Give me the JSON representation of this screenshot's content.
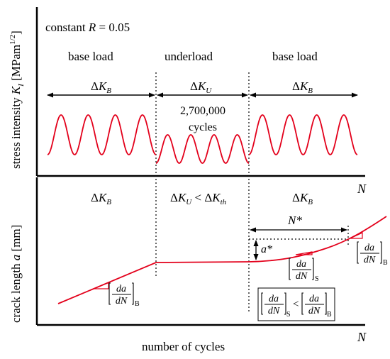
{
  "colors": {
    "signal": "#e3001b",
    "axis": "#000000",
    "guide": "#000000"
  },
  "top_panel": {
    "condition": {
      "prefix": "constant ",
      "var": "R",
      "suffix": " = 0.05"
    },
    "y_axis_label": {
      "prefix": "stress intensity ",
      "var": "K",
      "sub": "I",
      "unit_open": " [MPam",
      "unit_sup": "1/2",
      "unit_close": "]"
    },
    "x_axis_symbol": "N",
    "phases": [
      {
        "label": "base load",
        "delta": "Δ",
        "var": "K",
        "sub": "B"
      },
      {
        "label": "underload",
        "delta": "Δ",
        "var": "K",
        "sub": "U"
      },
      {
        "label": "base load",
        "delta": "Δ",
        "var": "K",
        "sub": "B"
      }
    ],
    "underload_cycles_count": "2,700,000",
    "underload_cycles_word": "cycles"
  },
  "bottom_panel": {
    "y_axis_label": {
      "prefix": "crack length ",
      "var": "a",
      "unit": " [mm]"
    },
    "x_axis_label": "number of cycles",
    "x_axis_symbol": "N",
    "phase_labels": [
      {
        "delta": "Δ",
        "var": "K",
        "sub": "B"
      },
      {
        "delta": "Δ",
        "var1": "K",
        "sub1": "U",
        "op": " < ",
        "delta2": "Δ",
        "var2": "K",
        "sub2": "th"
      },
      {
        "delta": "Δ",
        "var": "K",
        "sub": "B"
      }
    ],
    "n_star": "N*",
    "a_star": "a*",
    "rate": {
      "num": "da",
      "den": "dN"
    },
    "rate_subs": {
      "base": "B",
      "steady": "S"
    },
    "comparison_op": "<"
  }
}
